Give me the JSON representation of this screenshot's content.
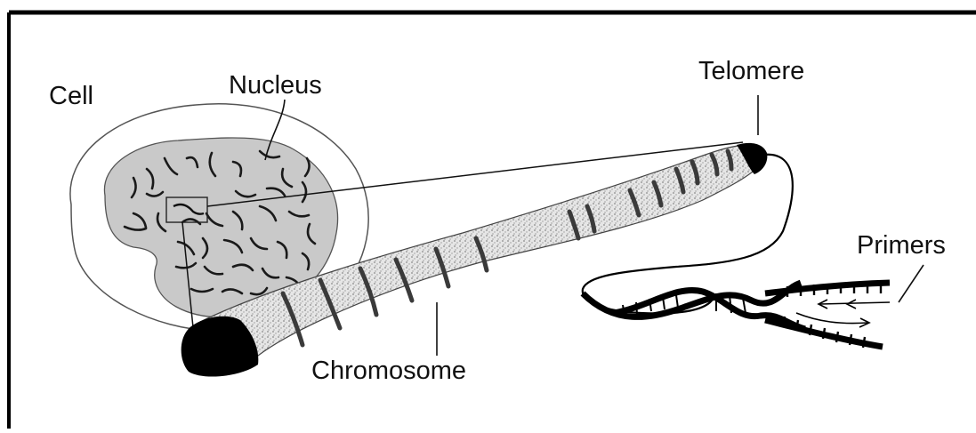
{
  "labels": {
    "cell": "Cell",
    "nucleus": "Nucleus",
    "telomere": "Telomere",
    "primers": "Primers",
    "chromosome": "Chromosome"
  },
  "colors": {
    "ink": "#111111",
    "nucleus_fill": "#c9c9c9",
    "chromosome_fill": "#d6d6d6",
    "band": "#3a3a3a"
  }
}
